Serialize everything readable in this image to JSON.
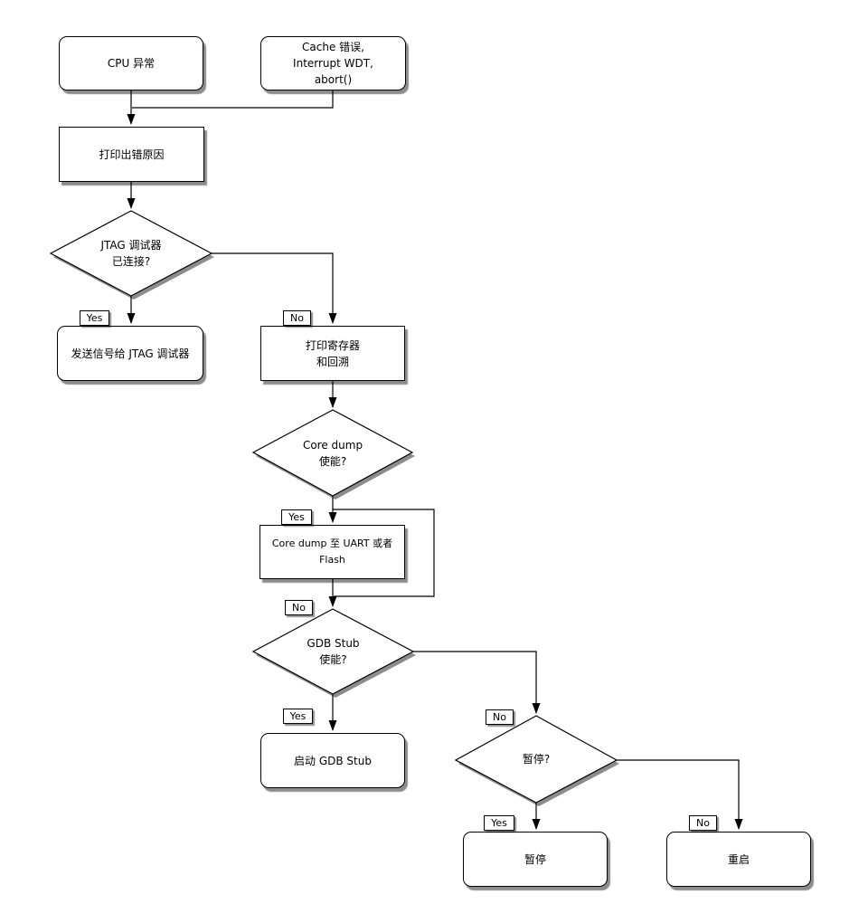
{
  "colors": {
    "background": "#ffffff",
    "node_fill": "#ffffff",
    "stroke": "#000000",
    "shadow": "#808080"
  },
  "nodes": {
    "cpu_exception": {
      "label": "CPU 异常",
      "shape": "rounded"
    },
    "cache_error": {
      "label": "Cache 错误,\nInterrupt WDT,\nabort()",
      "shape": "rounded"
    },
    "print_error_reason": {
      "label": "打印出错原因",
      "shape": "rect"
    },
    "jtag_connected": {
      "label": "JTAG 调试器\n已连接?",
      "shape": "decision"
    },
    "send_signal_jtag": {
      "label": "发送信号给 JTAG 调试器",
      "shape": "rounded"
    },
    "print_registers": {
      "label": "打印寄存器\n和回溯",
      "shape": "rect"
    },
    "coredump_enabled": {
      "label": "Core dump\n使能?",
      "shape": "decision"
    },
    "coredump_target": {
      "label": "Core dump 至 UART 或者 Flash",
      "shape": "rect"
    },
    "gdbstub_enabled": {
      "label": "GDB Stub\n使能?",
      "shape": "decision"
    },
    "start_gdbstub": {
      "label": "启动 GDB Stub",
      "shape": "rounded"
    },
    "halt_decision": {
      "label": "暂停?",
      "shape": "decision"
    },
    "halt": {
      "label": "暂停",
      "shape": "rounded"
    },
    "reboot": {
      "label": "重启",
      "shape": "rounded"
    }
  },
  "edge_labels": {
    "yes": "Yes",
    "no": "No"
  },
  "edges": [
    {
      "from": "cpu_exception",
      "to": "print_error_reason",
      "label": ""
    },
    {
      "from": "cache_error",
      "to": "print_error_reason",
      "label": ""
    },
    {
      "from": "print_error_reason",
      "to": "jtag_connected",
      "label": ""
    },
    {
      "from": "jtag_connected",
      "to": "send_signal_jtag",
      "label": "Yes"
    },
    {
      "from": "jtag_connected",
      "to": "print_registers",
      "label": "No"
    },
    {
      "from": "print_registers",
      "to": "coredump_enabled",
      "label": ""
    },
    {
      "from": "coredump_enabled",
      "to": "coredump_target",
      "label": "Yes"
    },
    {
      "from": "coredump_enabled",
      "to": "gdbstub_enabled",
      "label": "No"
    },
    {
      "from": "coredump_target",
      "to": "gdbstub_enabled",
      "label": ""
    },
    {
      "from": "gdbstub_enabled",
      "to": "start_gdbstub",
      "label": "Yes"
    },
    {
      "from": "gdbstub_enabled",
      "to": "halt_decision",
      "label": "No"
    },
    {
      "from": "halt_decision",
      "to": "halt",
      "label": "Yes"
    },
    {
      "from": "halt_decision",
      "to": "reboot",
      "label": "No"
    }
  ]
}
